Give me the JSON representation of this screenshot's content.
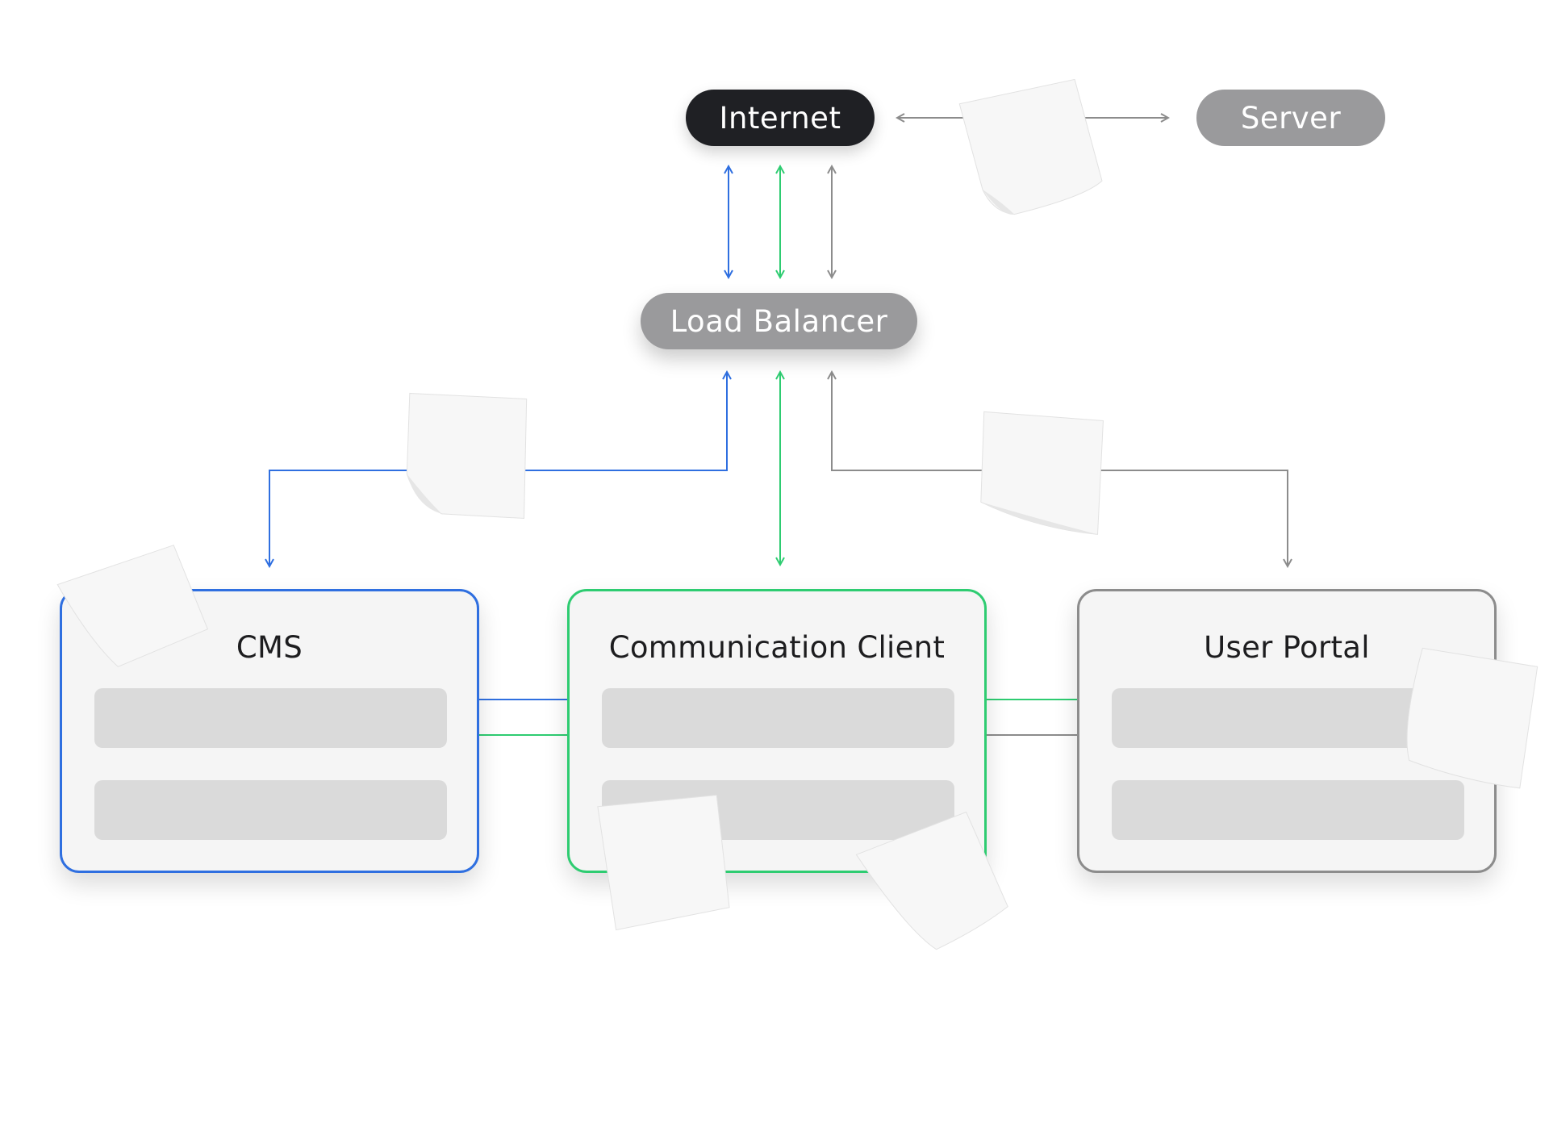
{
  "nodes": {
    "internet": "Internet",
    "server": "Server",
    "load_balancer": "Load Balancer"
  },
  "components": {
    "cms": {
      "title": "CMS",
      "color": "#2f6fe0"
    },
    "communication_client": {
      "title": "Communication Client",
      "color": "#2ecc71"
    },
    "user_portal": {
      "title": "User Portal",
      "color": "#8c8c8c"
    }
  },
  "colors": {
    "internet_pill": "#1f2024",
    "gray_pill": "#9a9a9c",
    "blue_flow": "#2f6fe0",
    "green_flow": "#2ecc71",
    "gray_flow": "#8c8c8c",
    "sticky_note": "#f7f7f7"
  },
  "connections": [
    {
      "from": "Internet",
      "to": "Server",
      "color": "gray",
      "bidirectional": true
    },
    {
      "from": "Internet",
      "to": "Load Balancer",
      "color": "blue",
      "bidirectional": true
    },
    {
      "from": "Internet",
      "to": "Load Balancer",
      "color": "green",
      "bidirectional": true
    },
    {
      "from": "Internet",
      "to": "Load Balancer",
      "color": "gray",
      "bidirectional": true
    },
    {
      "from": "Load Balancer",
      "to": "CMS",
      "color": "blue",
      "bidirectional": true
    },
    {
      "from": "Load Balancer",
      "to": "Communication Client",
      "color": "green",
      "bidirectional": true
    },
    {
      "from": "Load Balancer",
      "to": "User Portal",
      "color": "gray",
      "bidirectional": true
    },
    {
      "from": "CMS",
      "to": "Communication Client",
      "color": "blue",
      "bidirectional": false
    },
    {
      "from": "Communication Client",
      "to": "CMS",
      "color": "green",
      "bidirectional": false
    },
    {
      "from": "Communication Client",
      "to": "User Portal",
      "color": "green",
      "bidirectional": false
    },
    {
      "from": "User Portal",
      "to": "Communication Client",
      "color": "gray",
      "bidirectional": false
    }
  ]
}
